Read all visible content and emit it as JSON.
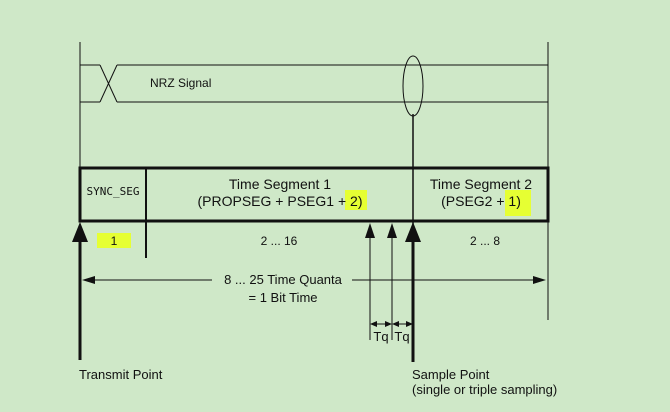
{
  "colors": {
    "background": "#cfe8c8",
    "highlight": "#e6ff33",
    "ink": "#111111"
  },
  "signal": {
    "label": "NRZ Signal"
  },
  "segments": {
    "sync": {
      "label": "SYNC_SEG",
      "count": "1"
    },
    "ts1": {
      "line1": "Time Segment 1",
      "line2_prefix": "(PROPSEG + PSEG1 + ",
      "line2_highlight": "2",
      "line2_suffix": ")",
      "range": "2 ... 16"
    },
    "ts2": {
      "line1": "Time Segment 2",
      "line2_prefix": "(PSEG2 + ",
      "line2_highlight": "1",
      "line2_suffix": ")",
      "range": "2 ... 8"
    }
  },
  "bit_time": {
    "line1": "8 ... 25 Time Quanta",
    "line2": "= 1 Bit Time"
  },
  "tq": {
    "left": "Tq",
    "right": "Tq"
  },
  "points": {
    "transmit": "Transmit Point",
    "sample_line1": "Sample Point",
    "sample_line2": "(single or triple sampling)"
  }
}
